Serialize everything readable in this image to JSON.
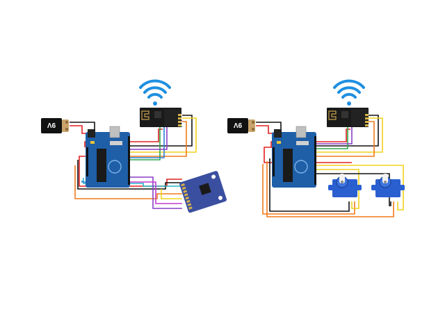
{
  "colors": {
    "background": "#ffffff",
    "board": "#1e5fa8",
    "board_dark": "#164a85",
    "chip": "#1a1a1a",
    "pcb_gy": "#3b4fa0",
    "radio_pcb": "#1a1a1a",
    "servo": "#2a5fd0",
    "wifi": "#1f8fe0",
    "battery": "#111111",
    "battery_cap": "#c9a36a",
    "wire_red": "#e02020",
    "wire_black": "#111111",
    "wire_orange": "#f07a1a",
    "wire_yellow": "#f2d21c",
    "wire_green": "#2ea84a",
    "wire_blue": "#2a7fd4",
    "wire_cyan": "#27b7c9",
    "wire_purple": "#8a3fc6",
    "wire_magenta": "#c23ad0",
    "wire_gray": "#888888"
  },
  "left": {
    "battery_label": "9V",
    "wifi_icon": "wifi-signal-icon",
    "components": [
      "battery-9v",
      "arduino-uno",
      "nrf24l01-radio",
      "mpu6050-module"
    ]
  },
  "right": {
    "battery_label": "9V",
    "wifi_icon": "wifi-signal-icon",
    "components": [
      "battery-9v",
      "arduino-uno",
      "nrf24l01-radio",
      "servo-motor",
      "servo-motor"
    ]
  }
}
